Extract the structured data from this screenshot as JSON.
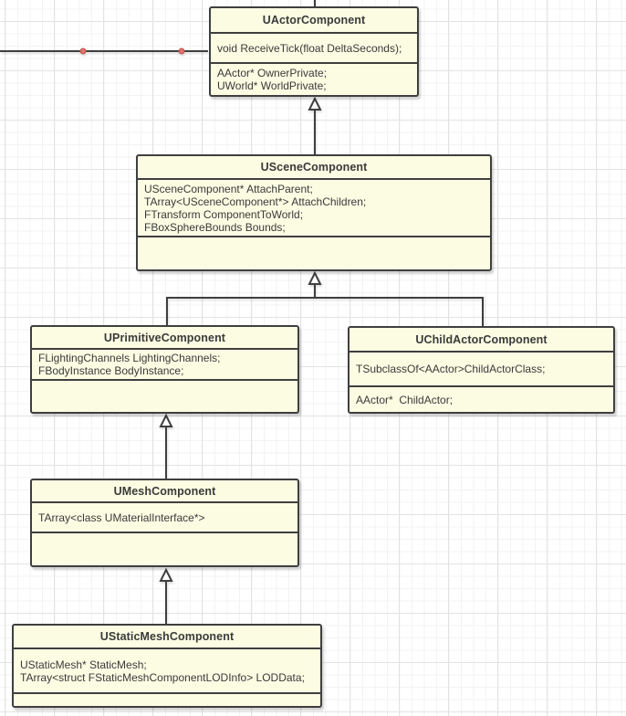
{
  "classes": {
    "actor": {
      "title": "UActorComponent",
      "section1": [
        "void ReceiveTick(float DeltaSeconds);"
      ],
      "section2": [
        "AActor* OwnerPrivate;",
        "UWorld* WorldPrivate;"
      ]
    },
    "scene": {
      "title": "USceneComponent",
      "section1": [
        "USceneComponent* AttachParent;",
        "TArray<USceneComponent*> AttachChildren;",
        "FTransform ComponentToWorld;",
        "FBoxSphereBounds Bounds;"
      ],
      "section2": []
    },
    "primitive": {
      "title": "UPrimitiveComponent",
      "section1": [
        "FLightingChannels LightingChannels;",
        "FBodyInstance BodyInstance;"
      ],
      "section2": []
    },
    "childactor": {
      "title": "UChildActorComponent",
      "section1": [
        "TSubclassOf<AActor>ChildActorClass;"
      ],
      "section2": [
        "AActor*  ChildActor;"
      ]
    },
    "mesh": {
      "title": "UMeshComponent",
      "section1": [
        "TArray<class UMaterialInterface*>"
      ],
      "section2": []
    },
    "staticmesh": {
      "title": "UStaticMeshComponent",
      "section1": [
        "UStaticMesh* StaticMesh;",
        "TArray<struct FStaticMeshComponentLODInfo> LODData;"
      ],
      "section2": []
    }
  },
  "colors": {
    "box_fill": "#fcfce3",
    "box_border": "#3f3f3f",
    "text": "#3a3a3a",
    "waypoint_dot": "#e0716b",
    "grid_minor": "#f3f3f3",
    "grid_major": "#e3e3e3",
    "arrowhead_fill": "#ffffff"
  }
}
